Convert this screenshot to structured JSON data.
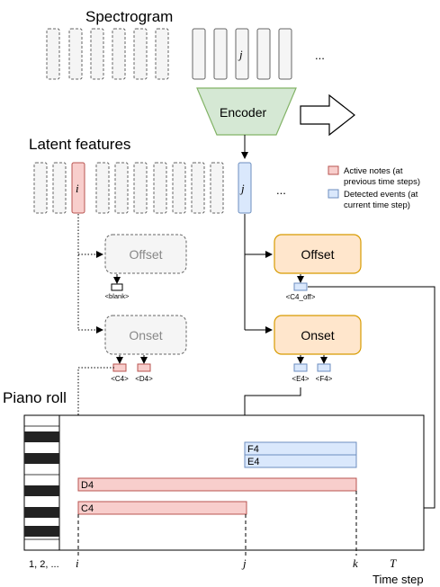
{
  "spectrogram": {
    "title": "Spectrogram",
    "j_label": "j",
    "ellipsis": "..."
  },
  "encoder": {
    "label": "Encoder"
  },
  "latent": {
    "title": "Latent features",
    "i_label": "i",
    "j_label": "j",
    "ellipsis": "..."
  },
  "legend": {
    "items": [
      {
        "text_lines": [
          "Active notes (at",
          "previous time steps)"
        ],
        "color": "#f8cecc",
        "border": "#b85450"
      },
      {
        "text_lines": [
          "Detected events (at",
          "current time step)"
        ],
        "color": "#dae8fc",
        "border": "#6c8ebf"
      }
    ]
  },
  "left_decoders": {
    "offset": {
      "label": "Offset",
      "token": "<blank>"
    },
    "onset": {
      "label": "Onset",
      "tokens": [
        "<C4>",
        "<D4>"
      ]
    }
  },
  "right_decoders": {
    "offset": {
      "label": "Offset",
      "token": "<C4_off>"
    },
    "onset": {
      "label": "Onset",
      "tokens": [
        "<E4>",
        "<F4>"
      ]
    }
  },
  "piano_roll": {
    "title": "Piano roll",
    "notes": [
      {
        "label": "F4",
        "kind": "detected"
      },
      {
        "label": "E4",
        "kind": "detected"
      },
      {
        "label": "D4",
        "kind": "active"
      },
      {
        "label": "C4",
        "kind": "active"
      }
    ],
    "axis": {
      "pitch_ticks": "1, 2, ...",
      "i": "i",
      "j": "j",
      "k": "k",
      "T": "T",
      "xlabel": "Time step"
    }
  },
  "colors": {
    "active": "#f8cecc",
    "detected": "#dae8fc",
    "decoder_active": "#ffe6cc",
    "encoder": "#d5e8d4"
  }
}
